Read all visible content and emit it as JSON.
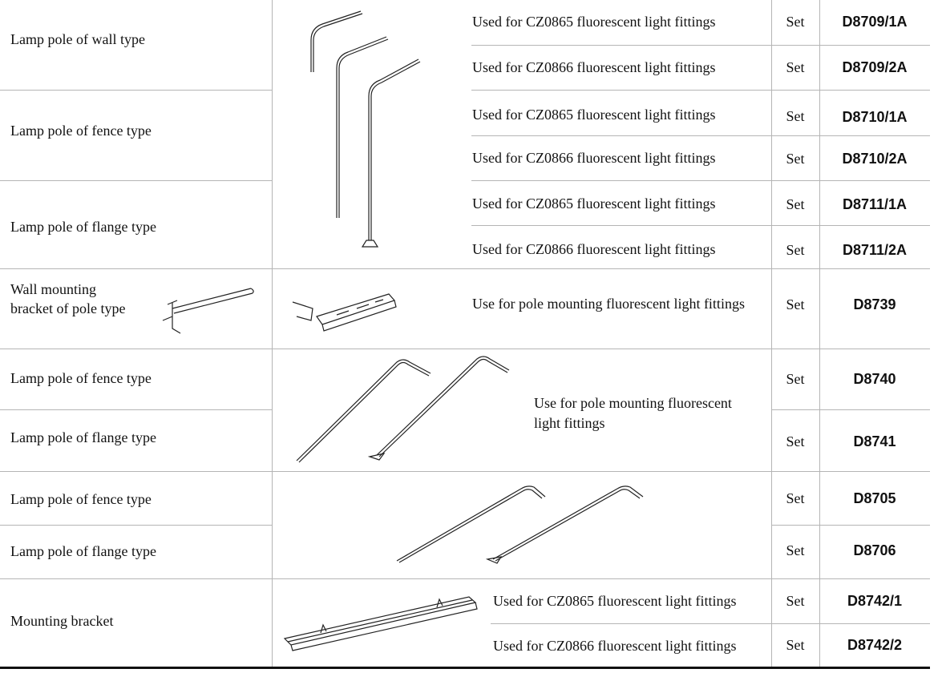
{
  "rows": [
    {
      "name": "Lamp pole of wall type",
      "desc": "Used for CZ0865 fluorescent light fittings",
      "unit": "Set",
      "code": "D8709/1A"
    },
    {
      "desc": "Used for CZ0866 fluorescent light fittings",
      "unit": "Set",
      "code": "D8709/2A"
    },
    {
      "name": "Lamp pole of fence type",
      "desc": "Used for CZ0865 fluorescent light fittings",
      "unit": "Set",
      "code": "D8710/1A"
    },
    {
      "desc": "Used for CZ0866 fluorescent light fittings",
      "unit": "Set",
      "code": "D8710/2A"
    },
    {
      "name": "Lamp pole of flange type",
      "desc": "Used for CZ0865 fluorescent light fittings",
      "unit": "Set",
      "code": "D8711/1A"
    },
    {
      "desc": "Used for CZ0866 fluorescent light fittings",
      "unit": "Set",
      "code": "D8711/2A"
    },
    {
      "name_line1": "Wall mounting",
      "name_line2": "bracket of pole type",
      "desc": "Use for pole mounting fluorescent light fittings",
      "unit": "Set",
      "code": "D8739"
    },
    {
      "name": "Lamp pole of fence type",
      "desc_line1": "Use for pole mounting fluorescent",
      "desc_line2": "light fittings",
      "unit": "Set",
      "code": "D8740"
    },
    {
      "name": "Lamp pole of flange type",
      "unit": "Set",
      "code": "D8741"
    },
    {
      "name": "Lamp pole of fence type",
      "unit": "Set",
      "code": "D8705"
    },
    {
      "name": "Lamp pole of flange type",
      "unit": "Set",
      "code": "D8706"
    },
    {
      "name": "Mounting bracket",
      "desc": "Used for CZ0865 fluorescent light fittings",
      "unit": "Set",
      "code": "D8742/1"
    },
    {
      "desc": "Used for CZ0866 fluorescent light fittings",
      "unit": "Set",
      "code": "D8742/2"
    }
  ]
}
